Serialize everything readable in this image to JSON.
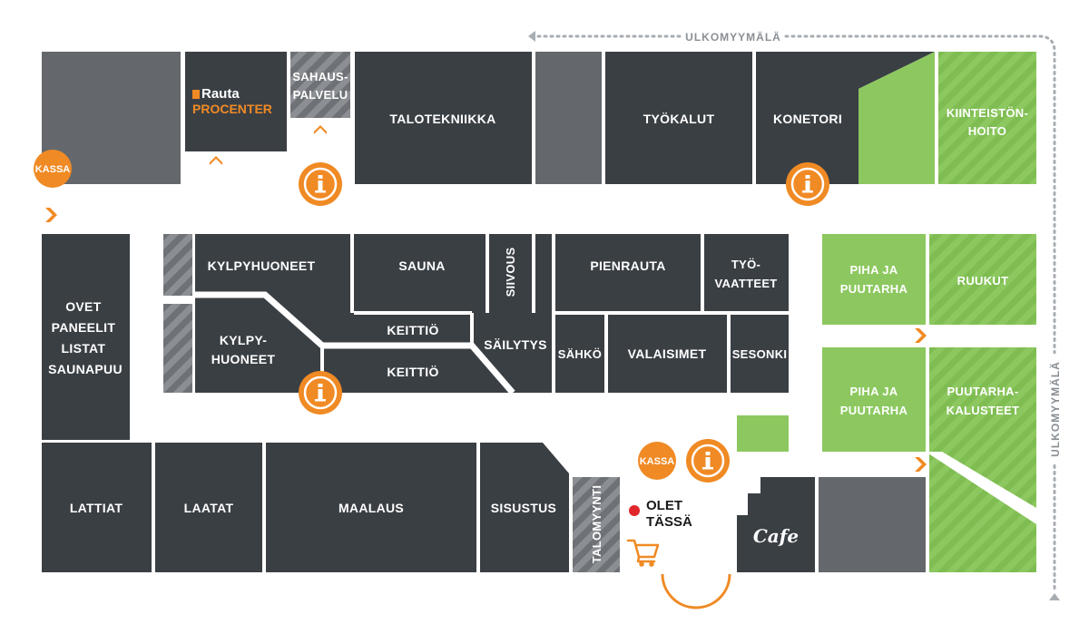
{
  "colors": {
    "dark": "#3a3f44",
    "mid": "#64686c",
    "green": "#8cc85f",
    "orange": "#f08a24",
    "red": "#e0262b",
    "route": "#a8adb2"
  },
  "brand": {
    "line1": "Rauta",
    "line2": "PROCENTER"
  },
  "departments": {
    "sahauspalvelu": [
      "SAHAUS-",
      "PALVELU"
    ],
    "talotekniikka": "TALOTEKNIIKKA",
    "tyokalut": "TYÖKALUT",
    "konetori": "KONETORI",
    "kiinteistonhoito": [
      "KIINTEISTÖN-",
      "HOITO"
    ],
    "ovet": [
      "OVET",
      "PANEELIT",
      "LISTAT",
      "SAUNAPUU"
    ],
    "kylpyhuoneet1": "KYLPYHUONEET",
    "kylpyhuoneet2": [
      "KYLPY-",
      "HUONEET"
    ],
    "sauna": "SAUNA",
    "siivous": "SIIVOUS",
    "keittio1": "KEITTIÖ",
    "keittio2": "KEITTIÖ",
    "sailytys": "SÄILYTYS",
    "pienrauta": "PIENRAUTA",
    "tyovaatteet": [
      "TYÖ-",
      "VAATTEET"
    ],
    "sahko": "SÄHKÖ",
    "valaisimet": "VALAISIMET",
    "sesonki": "SESONKI",
    "piha1": [
      "PIHA JA",
      "PUUTARHA"
    ],
    "ruukut": "RUUKUT",
    "piha2": [
      "PIHA JA",
      "PUUTARHA"
    ],
    "puutarhakalusteet": [
      "PUUTARHA-",
      "KALUSTEET"
    ],
    "lattiat": "LATTIAT",
    "laatat": "LAATAT",
    "maalaus": "MAALAUS",
    "sisustus": "SISUSTUS",
    "talomyynti": "TALOMYYNTI"
  },
  "kassa1": "KASSA",
  "kassa2": "KASSA",
  "you_are_here": [
    "OLET",
    "TÄSSÄ"
  ],
  "cafe": "Cafe",
  "ulkomyymala_top": "ULKOMYYMÄLÄ",
  "ulkomyymala_side": "ULKOMYYMÄLÄ",
  "icons": [
    "info-icon",
    "cart-icon",
    "chevron-right-icon",
    "chevron-up-icon",
    "location-dot-icon"
  ]
}
